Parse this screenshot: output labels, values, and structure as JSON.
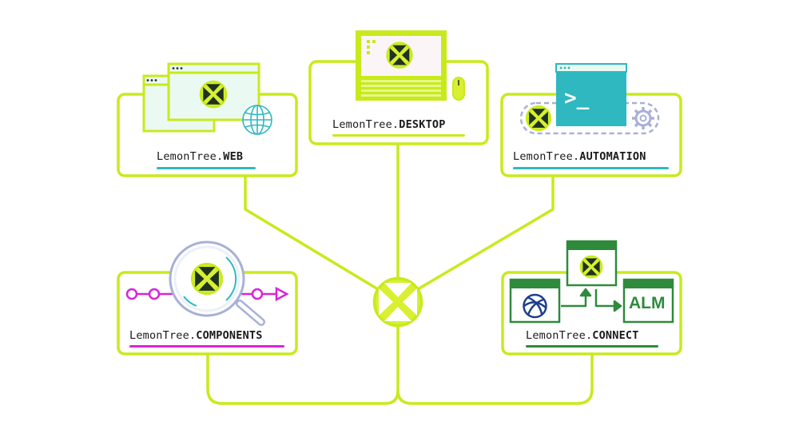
{
  "colors": {
    "lime": "#c8ea1c",
    "lime_fill": "#d8f030",
    "pale_green": "#eafaf2",
    "pale_pink": "#fbf5f7",
    "teal": "#2fb8c0",
    "magenta": "#d824d8",
    "green": "#2f8a3c",
    "lavender": "#a8b0d8",
    "navy": "#1e3f8c",
    "text": "#1a1a1a"
  },
  "products": [
    {
      "prefix": "LemonTree.",
      "name": "WEB",
      "underline": "teal"
    },
    {
      "prefix": "LemonTree.",
      "name": "DESKTOP",
      "underline": "lime"
    },
    {
      "prefix": "LemonTree.",
      "name": "AUTOMATION",
      "underline": "teal"
    },
    {
      "prefix": "LemonTree.",
      "name": "COMPONENTS",
      "underline": "magenta"
    },
    {
      "prefix": "LemonTree.",
      "name": "CONNECT",
      "underline": "green"
    }
  ],
  "icons": {
    "terminal_prompt": ">_",
    "alm_badge": "ALM"
  }
}
